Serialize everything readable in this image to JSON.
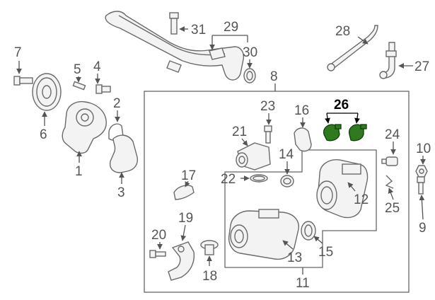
{
  "callouts": {
    "c1": "1",
    "c2": "2",
    "c3": "3",
    "c4": "4",
    "c5": "5",
    "c6": "6",
    "c7": "7",
    "c8": "8",
    "c9": "9",
    "c10": "10",
    "c11": "11",
    "c12": "12",
    "c13": "13",
    "c14": "14",
    "c15": "15",
    "c16": "16",
    "c17": "17",
    "c18": "18",
    "c19": "19",
    "c20": "20",
    "c21": "21",
    "c22": "22",
    "c23": "23",
    "c24": "24",
    "c25": "25",
    "c26": "26",
    "c27": "27",
    "c28": "28",
    "c29": "29",
    "c30": "30",
    "c31": "31"
  },
  "colors": {
    "highlight_fill": "#2f7a1e",
    "part_stroke": "#6a6a6a",
    "callout_text": "#555555",
    "background": "#ffffff"
  }
}
